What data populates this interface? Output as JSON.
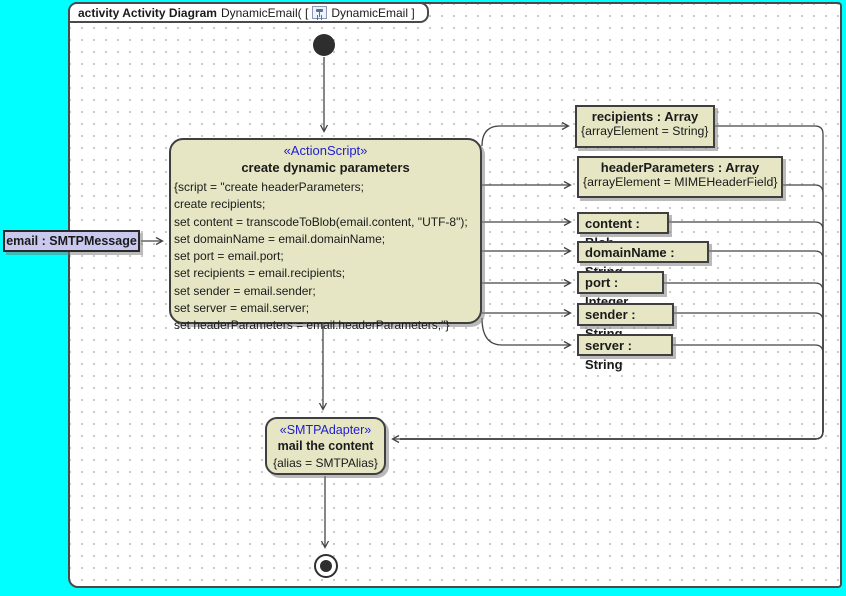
{
  "frame": {
    "title_bold": "activity Activity Diagram",
    "title_mid": "DynamicEmail( [",
    "title_ref": "DynamicEmail ]"
  },
  "colors": {
    "desktop": "#00ffff",
    "node_fill": "#e6e6c5",
    "object_fill": "#c9c9ef",
    "stereotype_text": "#2020d0",
    "edge": "#454545"
  },
  "icons": {
    "tab_icon": "activity-diagram-icon"
  },
  "input_object": {
    "label": "email : SMTPMessage"
  },
  "action": {
    "stereotype": "«ActionScript»",
    "name": "create dynamic parameters",
    "script_lines": [
      "{script = \"create headerParameters;",
      "create recipients;",
      "set content = transcodeToBlob(email.content, \"UTF-8\");",
      "set domainName = email.domainName;",
      "set port = email.port;",
      "set recipients = email.recipients;",
      "set sender = email.sender;",
      "set server = email.server;",
      "set headerParameters = email.headerParameters;\"}"
    ]
  },
  "outputs": [
    {
      "label": "recipients : Array",
      "tag": "{arrayElement = String}"
    },
    {
      "label": "headerParameters : Array",
      "tag": "{arrayElement = MIMEHeaderField}"
    },
    {
      "label": "content : Blob"
    },
    {
      "label": "domainName : String"
    },
    {
      "label": "port : Integer"
    },
    {
      "label": "sender : String"
    },
    {
      "label": "server : String"
    }
  ],
  "adapter": {
    "stereotype": "«SMTPAdapter»",
    "name": "mail the content",
    "tag": "{alias = SMTPAlias}"
  }
}
